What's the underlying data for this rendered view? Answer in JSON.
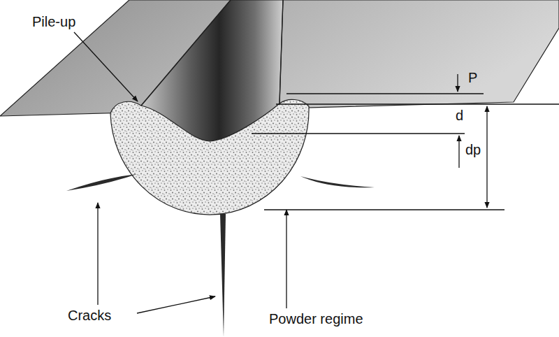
{
  "diagram": {
    "labels": [
      "Pile-up",
      "P",
      "d",
      "dp",
      "Cracks",
      "Powder regime"
    ]
  }
}
